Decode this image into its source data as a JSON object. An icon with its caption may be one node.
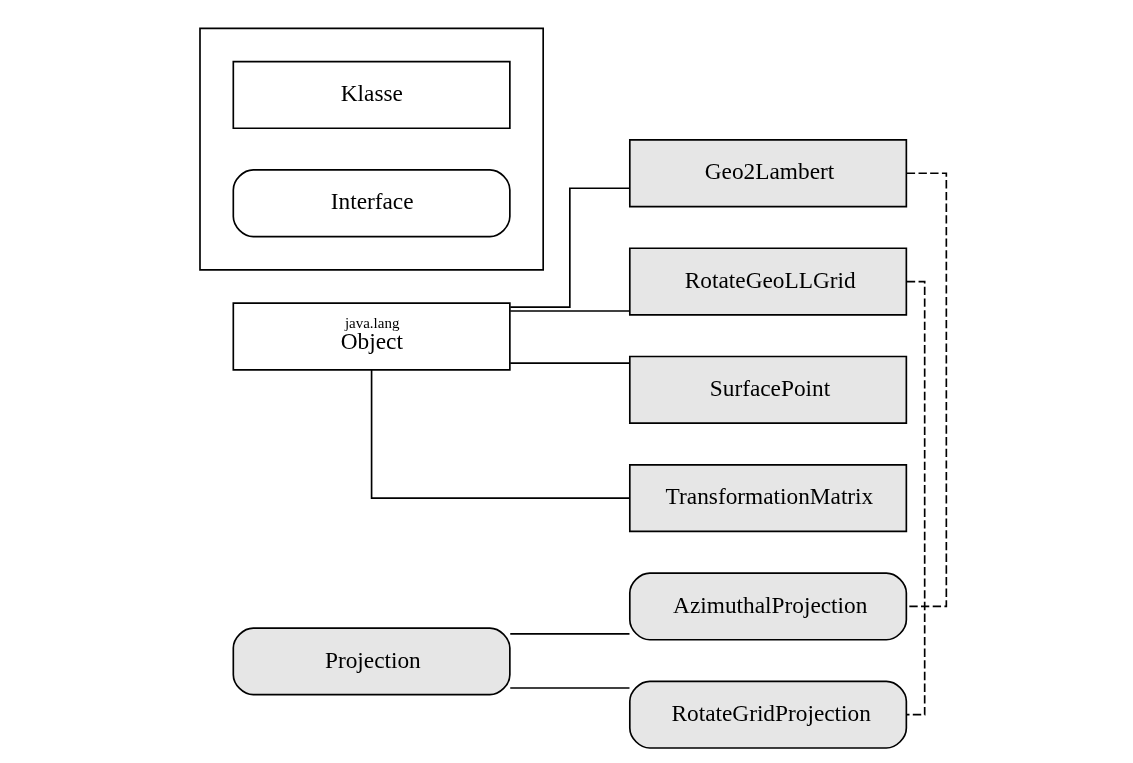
{
  "diagram": {
    "nodes": [
      {
        "text": [
          "java.lang",
          "Object"
        ]
      },
      {
        "text": [
          "Geo2Lambert"
        ]
      },
      {
        "text": [
          "RotateGeoLLGrid"
        ]
      },
      {
        "text": [
          "SurfacePoint"
        ]
      },
      {
        "text": [
          "TransformationMatrix"
        ]
      },
      {
        "text": [
          "Projection"
        ]
      },
      {
        "text": [
          "AzimuthalProjection"
        ]
      },
      {
        "text": [
          "RotateGridProjection"
        ]
      },
      {
        "text": [],
        "shape": "box"
      },
      {
        "text": [
          "Klasse"
        ],
        "in": 8
      },
      {
        "text": [
          "Interface"
        ],
        "in": 8
      }
    ],
    "edges": [
      {
        "from": 0,
        "to": 1,
        "arrow": "none"
      },
      {
        "from": 0,
        "to": 2,
        "arrow": "none"
      },
      {
        "from": 0,
        "to": 3,
        "arrow": "none"
      },
      {
        "from": 0,
        "to": 4,
        "arrow": "none"
      },
      {
        "from": 5,
        "to": 6,
        "arrow": "none"
      },
      {
        "from": 5,
        "to": 7,
        "arrow": "none"
      },
      {
        "from": 1,
        "to": 6,
        "arrow": "none",
        "style": "dashed"
      },
      {
        "from": 2,
        "to": 7,
        "arrow": "none",
        "style": "dashed"
      }
    ]
  }
}
